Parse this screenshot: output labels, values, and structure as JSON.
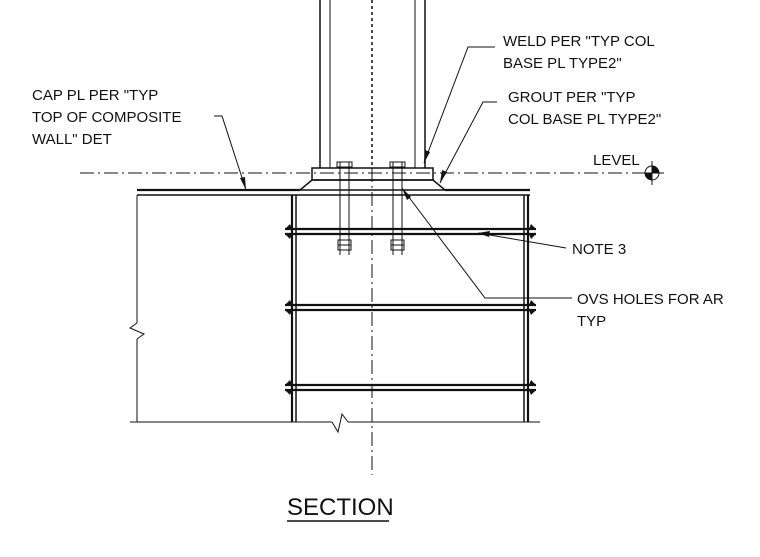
{
  "labels": {
    "cap_pl": [
      "CAP PL PER \"TYP",
      "TOP OF COMPOSITE",
      "WALL\" DET"
    ],
    "weld": [
      "WELD PER \"TYP COL",
      "BASE PL TYPE2\""
    ],
    "grout": [
      "GROUT PER \"TYP",
      "COL BASE PL TYPE2\""
    ],
    "level": "LEVEL",
    "note3": "NOTE 3",
    "ovs_holes": [
      "OVS HOLES FOR AR",
      "TYP"
    ]
  },
  "section_title": "SECTION"
}
